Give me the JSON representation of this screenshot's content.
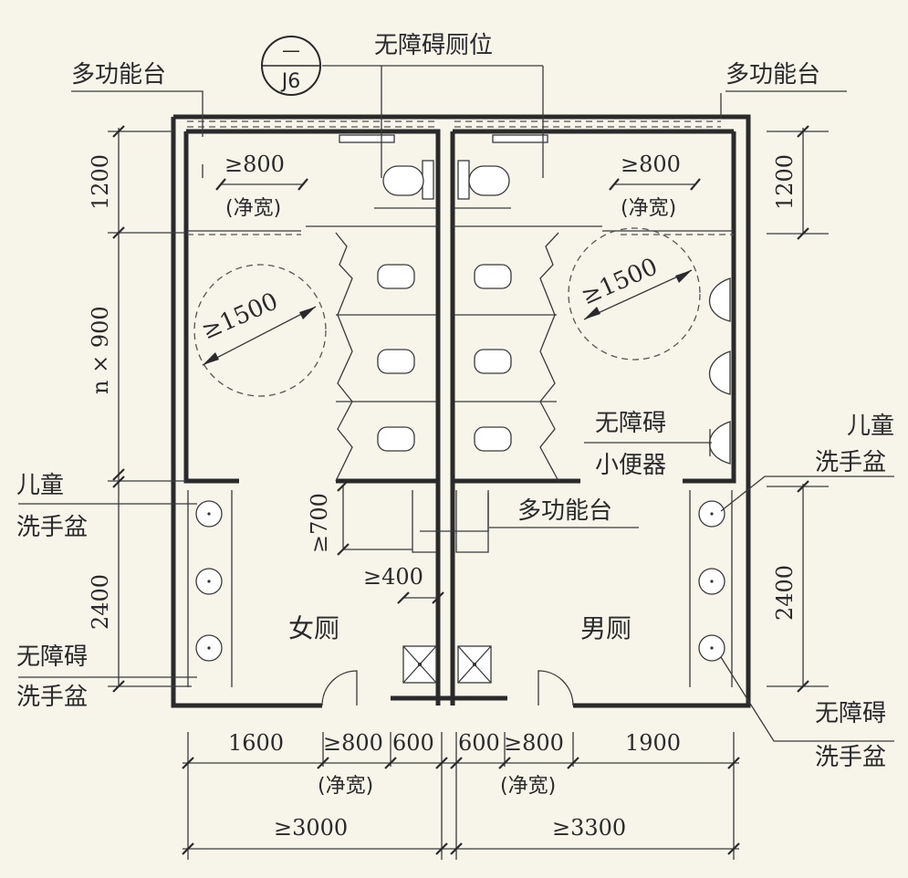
{
  "labels": {
    "multi_counter": "多功能台",
    "accessible_stall": "无障碍厕位",
    "child_basin_l1": "儿童",
    "child_basin_l2": "洗手盆",
    "acc_basin_l1": "无障碍",
    "acc_basin_l2": "洗手盆",
    "acc_urinal_l1": "无障碍",
    "acc_urinal_l2": "小便器",
    "women": "女厕",
    "men": "男厕",
    "clear_width": "(净宽)"
  },
  "index_symbol": {
    "top": "—",
    "bottom": "J6"
  },
  "dimensions": {
    "left": {
      "top": "1200",
      "middle": "n × 900",
      "bottom": "2400"
    },
    "right": {
      "top": "1200",
      "bottom": "2400"
    },
    "inner": {
      "door_w": "≥800",
      "turn": "≥1500",
      "gap700": "≥700",
      "gap400": "≥400"
    },
    "bottom_row1": [
      "1600",
      "≥800",
      "600",
      "600",
      "≥800",
      "1900"
    ],
    "bottom_row2": [
      "≥3000",
      "≥3300"
    ]
  }
}
